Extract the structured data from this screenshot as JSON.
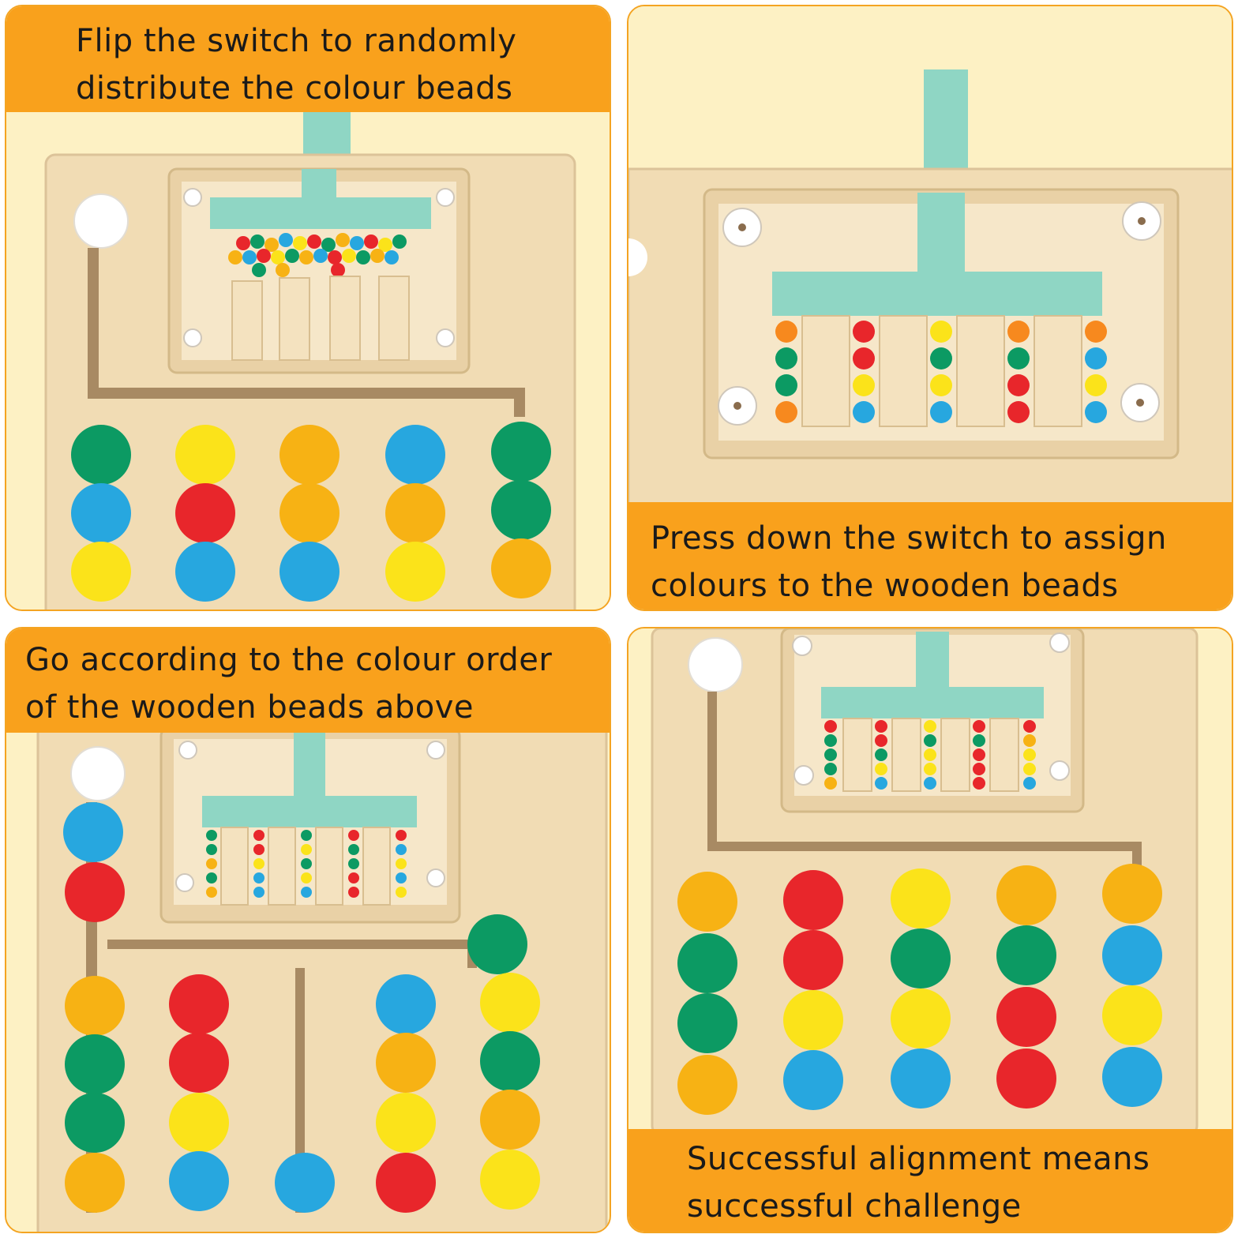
{
  "panels": [
    {
      "caption_line1": "Flip the switch to randomly",
      "caption_line2": "distribute the colour beads"
    },
    {
      "caption_line1": "Press down the switch to assign",
      "caption_line2": "colours to the wooden beads"
    },
    {
      "caption_line1": "Go according to the colour order",
      "caption_line2": "of the wooden beads above"
    },
    {
      "caption_line1": "Successful alignment means",
      "caption_line2": "successful challenge"
    }
  ],
  "colors": {
    "banner": "#f9a11c",
    "background": "#fdf1c4",
    "wood": "#f1dcb4",
    "switch": "#8fd6c4",
    "green": "#0c9a63",
    "blue": "#27a7df",
    "yellow": "#fbe31a",
    "orange": "#f7b214",
    "red": "#e8262b",
    "white": "#ffffff"
  }
}
